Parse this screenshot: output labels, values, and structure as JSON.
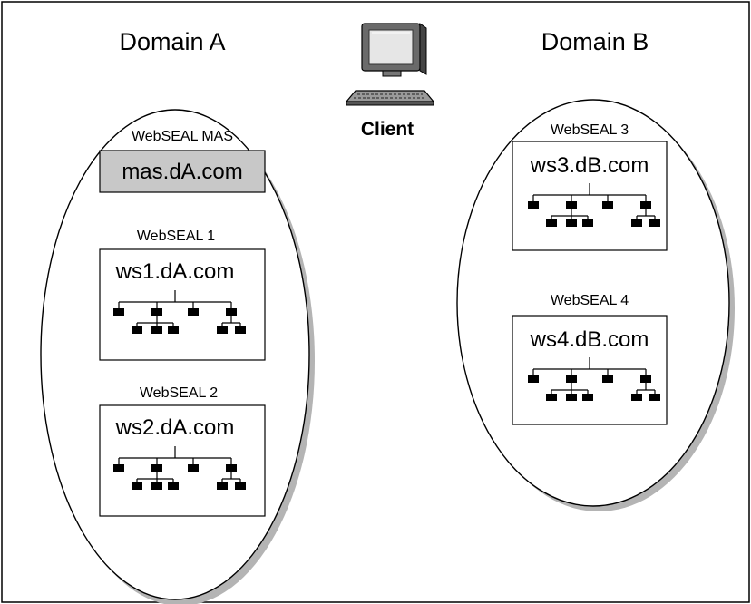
{
  "client": {
    "label": "Client",
    "icon": "computer-icon"
  },
  "domains": [
    {
      "id": "a",
      "title": "Domain A",
      "servers": [
        {
          "id": "mas",
          "label": "WebSEAL MAS",
          "host": "mas.dA.com",
          "fill": "#c8c8c8",
          "tree": false
        },
        {
          "id": "ws1",
          "label": "WebSEAL 1",
          "host": "ws1.dA.com",
          "fill": "#ffffff",
          "tree": true
        },
        {
          "id": "ws2",
          "label": "WebSEAL 2",
          "host": "ws2.dA.com",
          "fill": "#ffffff",
          "tree": true
        }
      ]
    },
    {
      "id": "b",
      "title": "Domain B",
      "servers": [
        {
          "id": "ws3",
          "label": "WebSEAL 3",
          "host": "ws3.dB.com",
          "fill": "#ffffff",
          "tree": true
        },
        {
          "id": "ws4",
          "label": "WebSEAL 4",
          "host": "ws4.dB.com",
          "fill": "#ffffff",
          "tree": true
        }
      ]
    }
  ]
}
